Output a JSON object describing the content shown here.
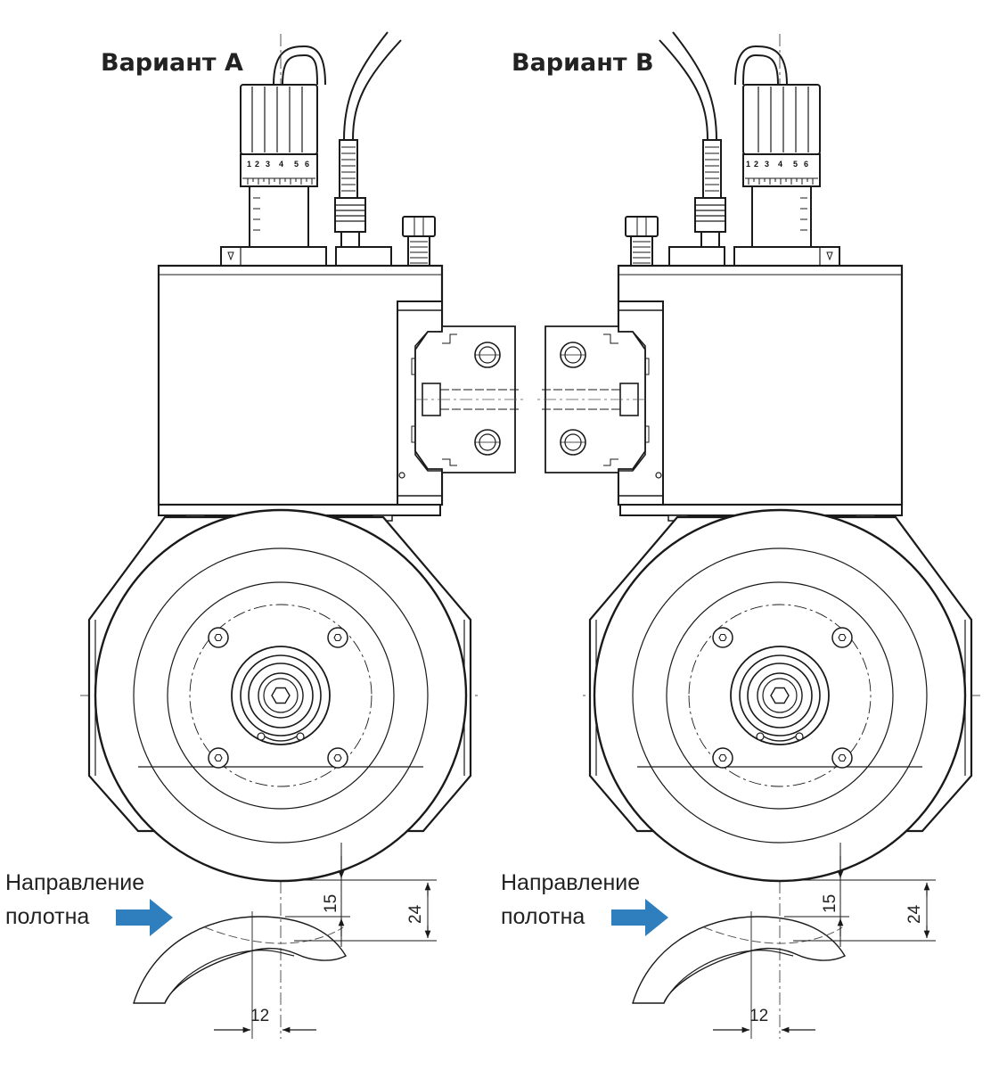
{
  "variants": [
    {
      "title": "Вариант A"
    },
    {
      "title": "Вариант B"
    }
  ],
  "direction_label": {
    "line1": "Направление",
    "line2": "полотна"
  },
  "dimensions": {
    "d15": "15",
    "d24": "24",
    "d12": "12"
  },
  "scale_numbers": [
    "1",
    "2",
    "3",
    "4",
    "5",
    "6"
  ],
  "colors": {
    "line": "#1a1a1a",
    "arrow": "#2f7fbf",
    "text": "#222222"
  },
  "icons": [
    "arrow-right-icon"
  ]
}
